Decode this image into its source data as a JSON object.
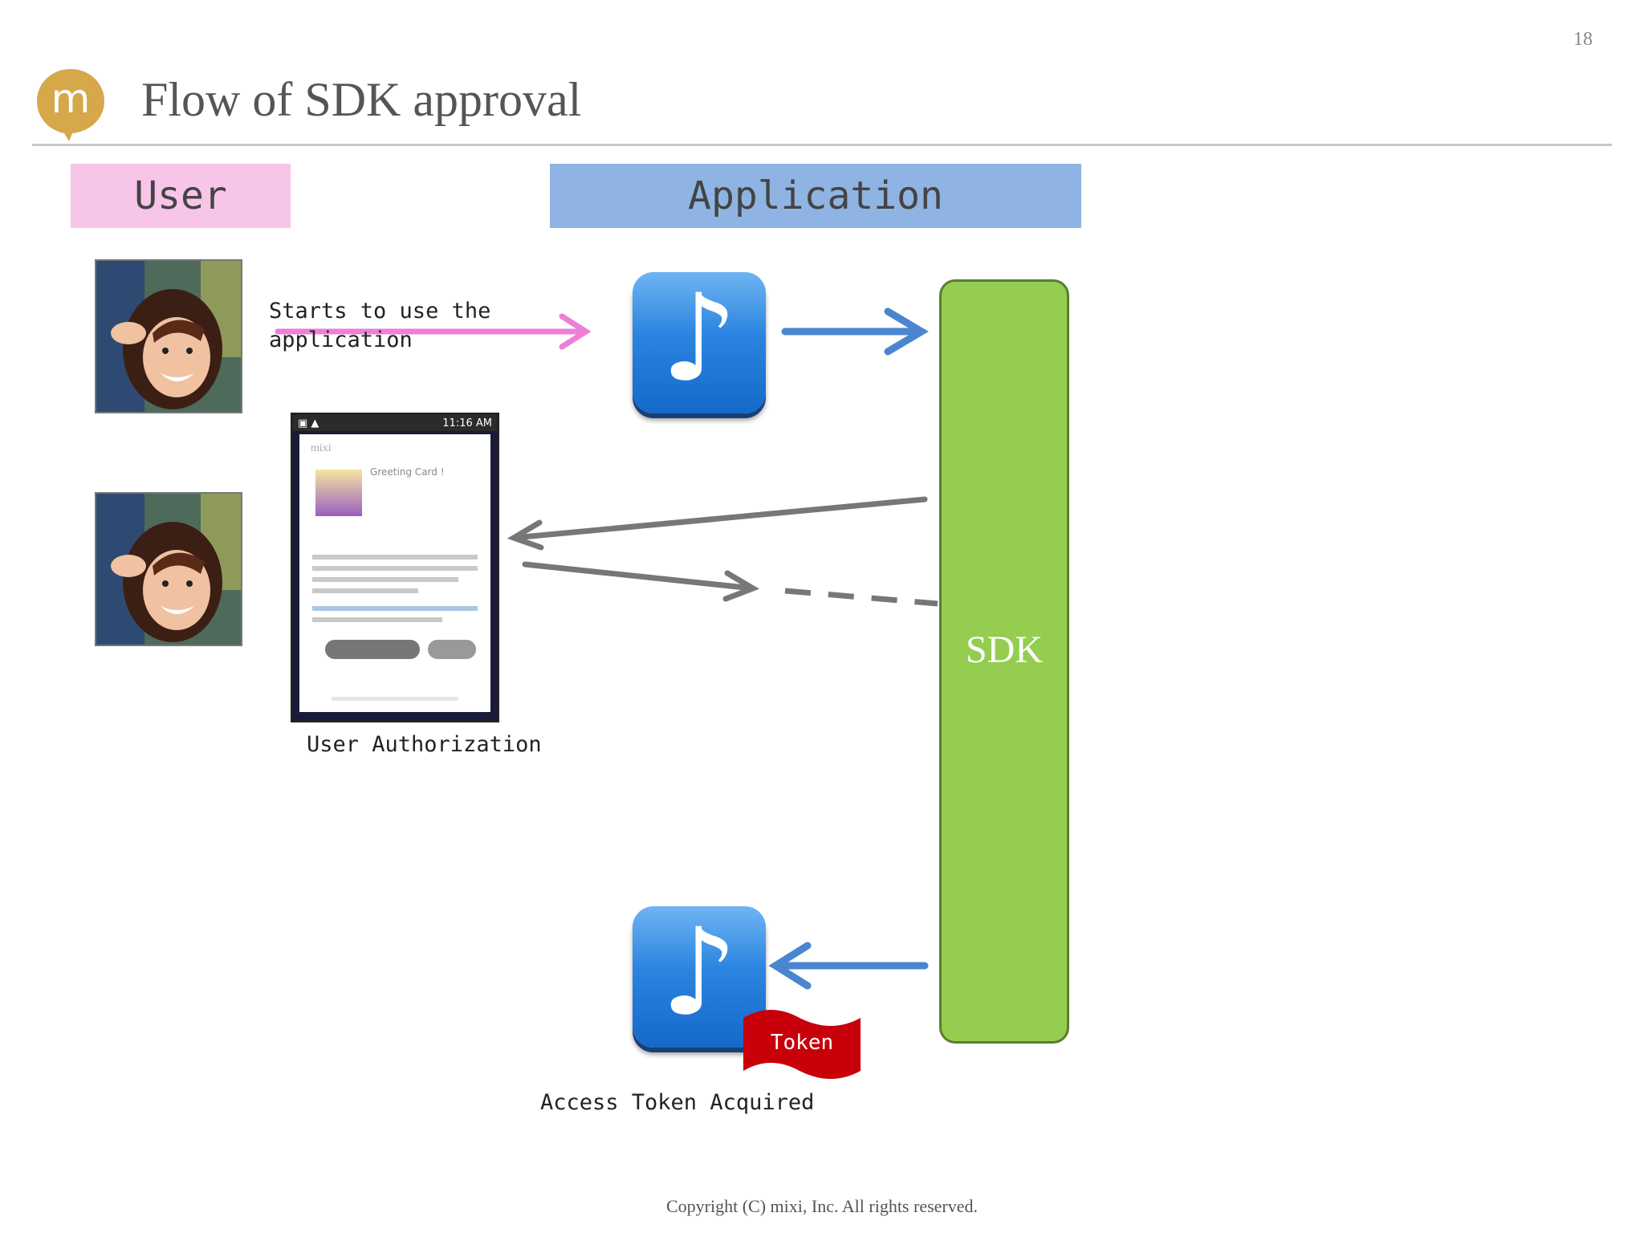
{
  "page_number": "18",
  "logo": {
    "letter": "m",
    "color": "#d6a84a"
  },
  "title": "Flow of SDK approval",
  "lanes": {
    "user": "User",
    "application": "Application"
  },
  "labels": {
    "starts": "Starts to use the\napplication",
    "user_authorization": "User Authorization",
    "access_token": "Access Token Acquired",
    "sdk": "SDK",
    "token": "Token"
  },
  "phone": {
    "status_time": "11:16 AM",
    "brand": "mixi",
    "card_title": "Greeting Card !"
  },
  "colors": {
    "user_lane": "#f7c5e8",
    "application_lane": "#8fb4e3",
    "sdk": "#94cd50",
    "pink_arrow": "#ee7fd6",
    "blue_arrow": "#4a86d0",
    "gray_arrow": "#777777",
    "token_flag": "#c8000a"
  },
  "icons": {
    "logo": "mixi-logo-icon",
    "app": "music-note-app-icon",
    "user_photo": "user-photo"
  },
  "copyright": "Copyright (C) mixi, Inc. All rights reserved."
}
